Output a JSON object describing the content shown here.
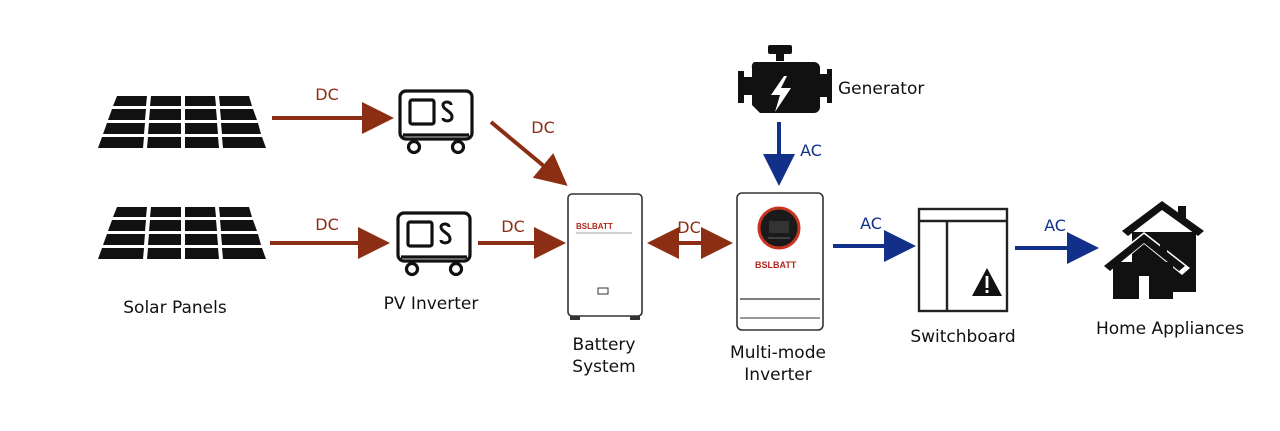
{
  "components": {
    "solar_panels": "Solar Panels",
    "pv_inverter": "PV Inverter",
    "battery_system": "Battery\nSystem",
    "multimode_inverter": "Multi-mode\nInverter",
    "switchboard": "Switchboard",
    "home_appliances": "Home Appliances",
    "generator": "Generator"
  },
  "brand": {
    "battery_logo": "BSLBATT",
    "inverter_logo": "BSLBATT"
  },
  "flows": {
    "dc1": "DC",
    "dc2": "DC",
    "dc3": "DC",
    "dc4": "DC",
    "dc5": "DC",
    "ac1": "AC",
    "ac2": "AC",
    "ac3": "AC"
  },
  "colors": {
    "dc": "#8b2e14",
    "ac": "#12308a",
    "icon": "#111111"
  }
}
